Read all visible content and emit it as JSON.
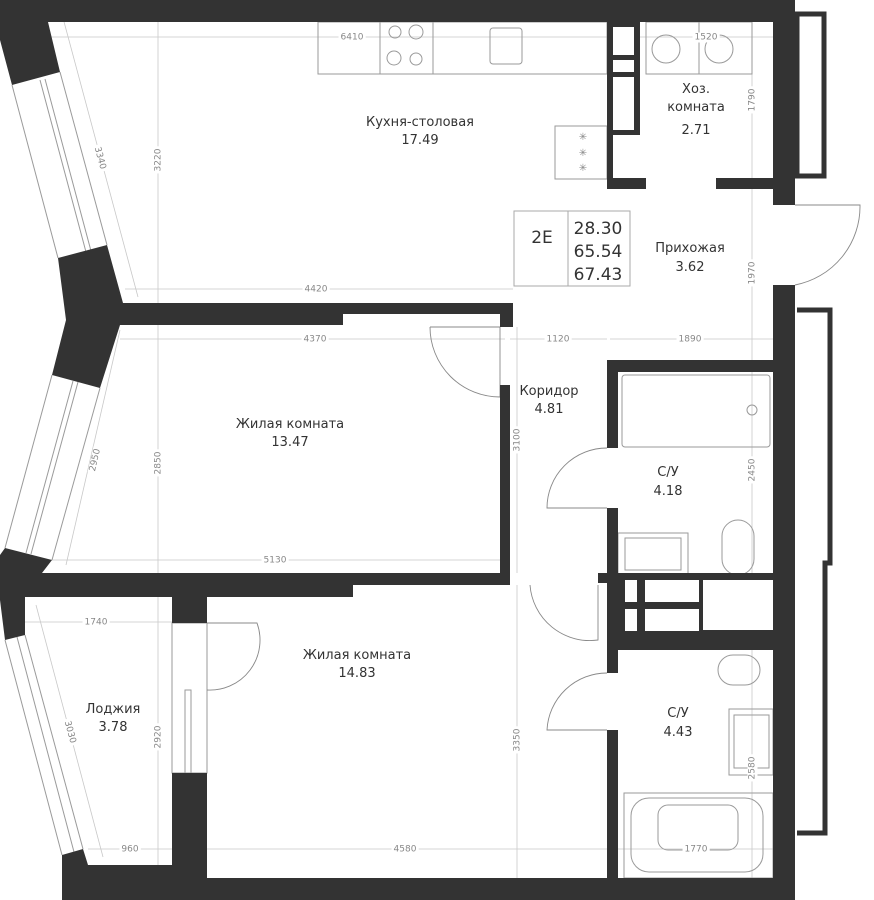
{
  "plan": {
    "wall_color": "#333333",
    "legend": {
      "type": "2E",
      "living_area": "28.30",
      "total_area": "65.54",
      "total_area_with_loggia": "67.43"
    },
    "rooms": [
      {
        "name": "Кухня-столовая",
        "area": "17.49"
      },
      {
        "name": "Хоз.",
        "name2": "комната",
        "area": "2.71"
      },
      {
        "name": "Прихожая",
        "area": "3.62"
      },
      {
        "name": "Жилая комната",
        "area": "13.47"
      },
      {
        "name": "Коридор",
        "area": "4.81"
      },
      {
        "name": "С/У",
        "area": "4.18"
      },
      {
        "name": "Жилая комната",
        "area": "14.83"
      },
      {
        "name": "Лоджия",
        "area": "3.78"
      },
      {
        "name": "С/У",
        "area": "4.43"
      }
    ],
    "dimensions": [
      "6410",
      "1520",
      "3340",
      "3220",
      "1790",
      "4420",
      "1970",
      "4370",
      "1120",
      "1890",
      "2950",
      "2850",
      "3100",
      "5130",
      "2450",
      "1740",
      "2920",
      "3030",
      "3350",
      "2580",
      "960",
      "4580",
      "1770"
    ]
  }
}
